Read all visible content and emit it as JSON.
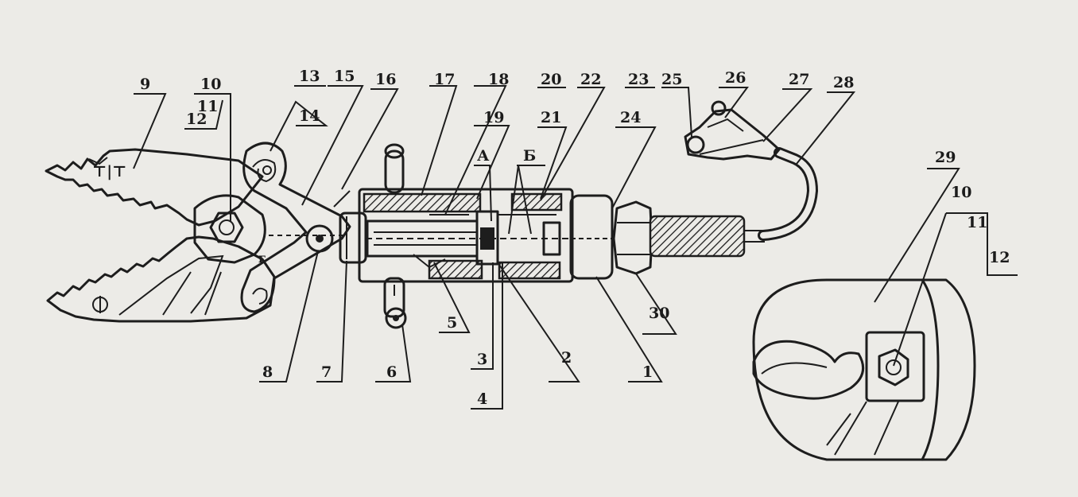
{
  "diagram": {
    "labels": {
      "l1": "1",
      "l2": "2",
      "l3": "3",
      "l4": "4",
      "l5": "5",
      "l6": "6",
      "l7": "7",
      "l8": "8",
      "l9": "9",
      "l10": "10",
      "l11": "11",
      "l12": "12",
      "l13": "13",
      "l14": "14",
      "l15": "15",
      "l16": "16",
      "l17": "17",
      "l18": "18",
      "l19": "19",
      "l20": "20",
      "l21": "21",
      "l22": "22",
      "l23": "23",
      "l24": "24",
      "l25": "25",
      "l26": "26",
      "l27": "27",
      "l28": "28",
      "l29": "29",
      "l30": "30",
      "lA": "А",
      "lB": "Б",
      "d10": "10",
      "d11": "11",
      "d12": "12"
    }
  }
}
